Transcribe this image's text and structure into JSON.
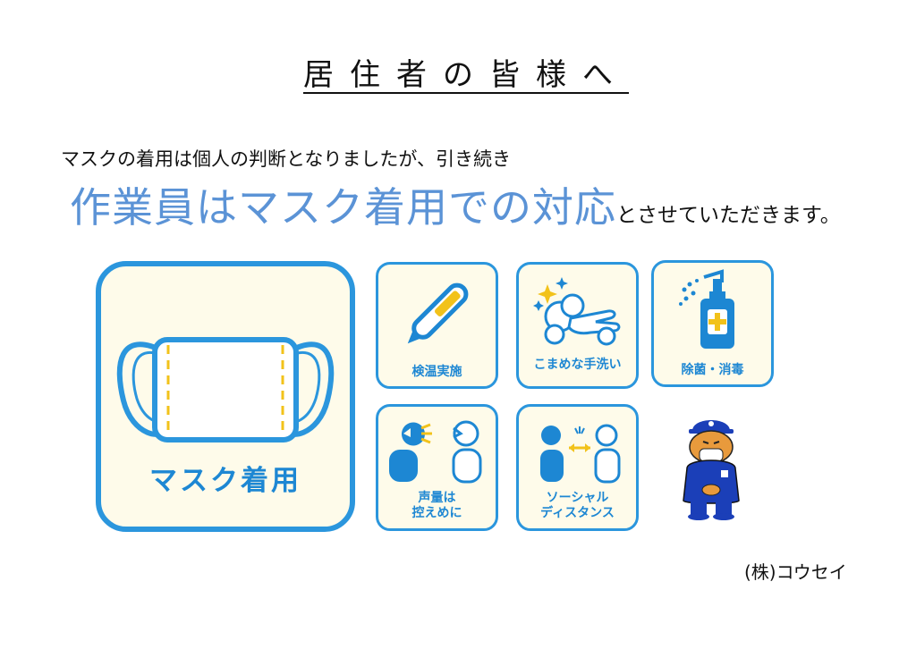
{
  "title": "居住者の皆様へ",
  "intro": "マスクの着用は個人の判断となりましたが、引き続き",
  "headline": {
    "emphasis": "作業員はマスク着用での対応",
    "tail": "とさせていただきます。"
  },
  "cards": {
    "mask": "マスク着用",
    "temperature": "検温実施",
    "handwash": "こまめな手洗い",
    "disinfect": "除菌・消毒",
    "voice_line1": "声量は",
    "voice_line2": "控えめに",
    "distance_line1": "ソーシャル",
    "distance_line2": "ディスタンス"
  },
  "company": "(株)コウセイ",
  "colors": {
    "accent": "#2b96dd",
    "headline": "#5b93d6",
    "card_bg": "#fefbea",
    "mask_stitch": "#f2c21a"
  }
}
